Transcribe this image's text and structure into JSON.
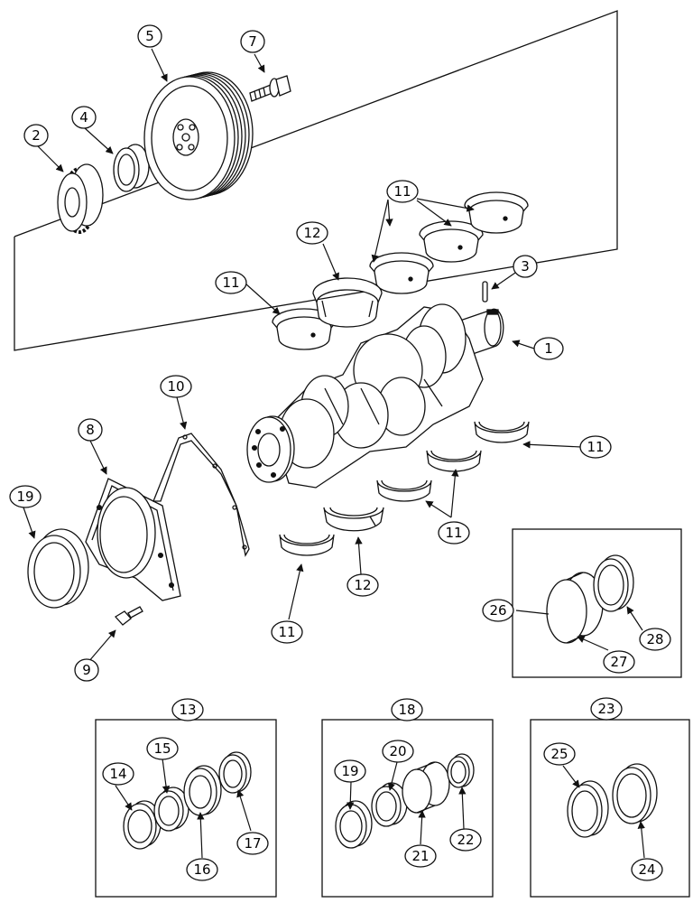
{
  "callouts": {
    "c1": "1",
    "c2": "2",
    "c3": "3",
    "c4": "4",
    "c5": "5",
    "c7": "7",
    "c8": "8",
    "c9": "9",
    "c10": "10",
    "c11a": "11",
    "c11b": "11",
    "c11c": "11",
    "c11d": "11",
    "c11e": "11",
    "c12a": "12",
    "c12b": "12",
    "c13": "13",
    "c14": "14",
    "c15": "15",
    "c16": "16",
    "c17": "17",
    "c18": "18",
    "c19a": "19",
    "c19b": "19",
    "c20": "20",
    "c21": "21",
    "c22": "22",
    "c23": "23",
    "c24": "24",
    "c25": "25",
    "c26": "26",
    "c27": "27",
    "c28": "28"
  },
  "colors": {
    "ink": "#111111",
    "paper": "#ffffff",
    "shade": "#cfcfcf"
  }
}
